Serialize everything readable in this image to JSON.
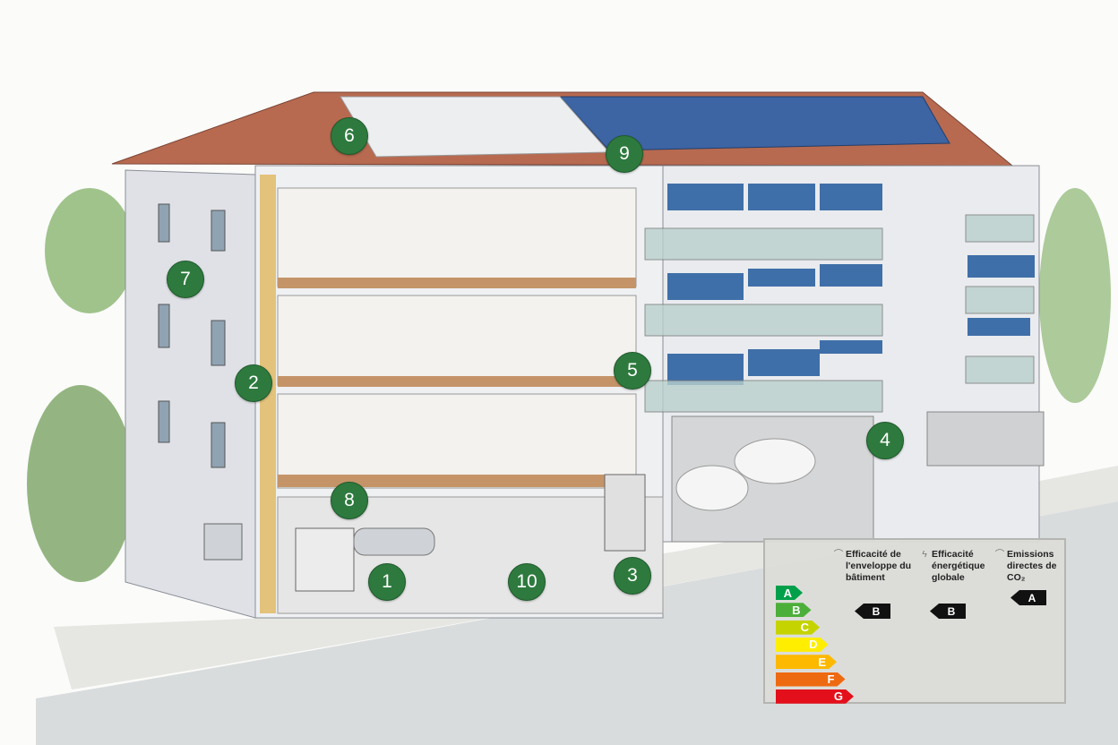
{
  "markers": [
    "1",
    "2",
    "3",
    "4",
    "5",
    "6",
    "7",
    "8",
    "9",
    "10"
  ],
  "energy_label": {
    "columns": [
      {
        "icon": "roof-icon",
        "title": "Efficacité de l'enveloppe du bâtiment",
        "rating": "B"
      },
      {
        "icon": "lightning-icon",
        "title": "Efficacité énergétique globale",
        "rating": "B"
      },
      {
        "icon": "co2-icon",
        "title": "Emissions directes de CO₂",
        "rating": "A"
      }
    ],
    "scale": [
      {
        "letter": "A",
        "color": "#00a04a"
      },
      {
        "letter": "B",
        "color": "#4caf3a"
      },
      {
        "letter": "C",
        "color": "#c5d400"
      },
      {
        "letter": "D",
        "color": "#ffee00"
      },
      {
        "letter": "E",
        "color": "#fcb900"
      },
      {
        "letter": "F",
        "color": "#ee6a10"
      },
      {
        "letter": "G",
        "color": "#e3101b"
      }
    ]
  }
}
